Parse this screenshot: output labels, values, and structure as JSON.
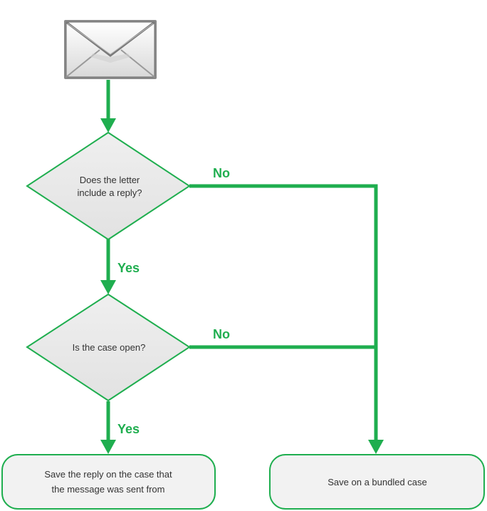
{
  "diagram": {
    "accent_color": "#1fae4f",
    "node_fill": "#f2f2f2",
    "diamond_fill": "#e8e8e8",
    "start_icon": "envelope-icon",
    "decision1": {
      "line1": "Does the letter",
      "line2": "include a reply?"
    },
    "decision2": {
      "line1": "Is the case open?"
    },
    "labels": {
      "no1": "No",
      "yes1": "Yes",
      "no2": "No",
      "yes2": "Yes"
    },
    "action_left": {
      "line1": "Save the reply on the case that",
      "line2": "the message was sent from"
    },
    "action_right": {
      "line1": "Save on a bundled case"
    }
  }
}
